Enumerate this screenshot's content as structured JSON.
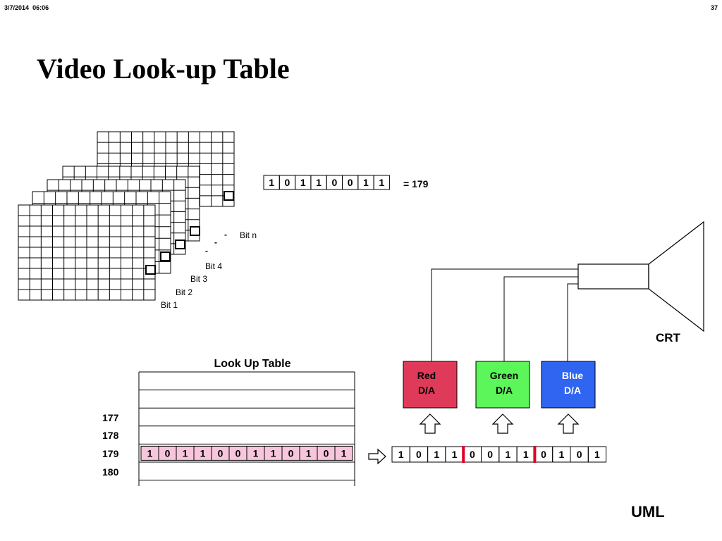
{
  "header": {
    "date": "3/7/2014",
    "time": "06:06",
    "page_number": "37"
  },
  "title": "Video Look-up Table",
  "planes": {
    "labels": [
      "Bit 1",
      "Bit 2",
      "Bit 3",
      "Bit 4",
      "Bit n"
    ],
    "dots": [
      "-",
      "-",
      "-"
    ]
  },
  "pixel_value": {
    "bits": [
      "1",
      "0",
      "1",
      "1",
      "0",
      "0",
      "1",
      "1"
    ],
    "equals_label": "= 179"
  },
  "lut": {
    "title": "Look Up Table",
    "row_labels": [
      "177",
      "178",
      "179",
      "180"
    ],
    "entry_179_bits": [
      "1",
      "0",
      "1",
      "1",
      "0",
      "0",
      "1",
      "1",
      "0",
      "1",
      "0",
      "1"
    ]
  },
  "output_bits": [
    "1",
    "0",
    "1",
    "1",
    "0",
    "0",
    "1",
    "1",
    "0",
    "1",
    "0",
    "1"
  ],
  "converters": [
    {
      "line1": "Red",
      "line2": "D/A",
      "color": "#e03a5a"
    },
    {
      "line1": "Green",
      "line2": "D/A",
      "color": "#5cf55a"
    },
    {
      "line1": "Blue",
      "line2": "D/A",
      "color": "#2f65f0"
    }
  ],
  "crt_label": "CRT",
  "footer_label": "UML",
  "colors": {
    "lut_highlight": "#f7c6dc",
    "separator": "#e0002a"
  }
}
